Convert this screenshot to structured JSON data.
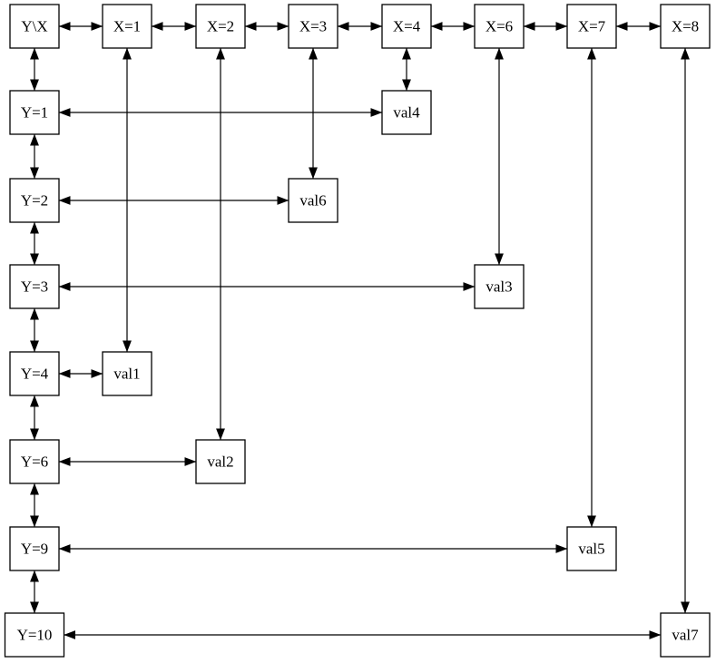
{
  "diagram": {
    "kind": "sparse-matrix-orthogonal-linked-list",
    "colors": {
      "background": "#ffffff",
      "line": "#000000",
      "node_fill": "#ffffff",
      "text": "#000000"
    },
    "nodes": [
      {
        "id": "corner",
        "label": "Y\\X",
        "kind": "corner-header",
        "col": 0,
        "row": 0
      },
      {
        "id": "x1",
        "label": "X=1",
        "kind": "column-header",
        "col": 1,
        "row": 0
      },
      {
        "id": "x2",
        "label": "X=2",
        "kind": "column-header",
        "col": 2,
        "row": 0
      },
      {
        "id": "x3",
        "label": "X=3",
        "kind": "column-header",
        "col": 3,
        "row": 0
      },
      {
        "id": "x4",
        "label": "X=4",
        "kind": "column-header",
        "col": 4,
        "row": 0
      },
      {
        "id": "x6",
        "label": "X=6",
        "kind": "column-header",
        "col": 5,
        "row": 0
      },
      {
        "id": "x7",
        "label": "X=7",
        "kind": "column-header",
        "col": 6,
        "row": 0
      },
      {
        "id": "x8",
        "label": "X=8",
        "kind": "column-header",
        "col": 7,
        "row": 0
      },
      {
        "id": "y1",
        "label": "Y=1",
        "kind": "row-header",
        "col": 0,
        "row": 1
      },
      {
        "id": "y2",
        "label": "Y=2",
        "kind": "row-header",
        "col": 0,
        "row": 2
      },
      {
        "id": "y3",
        "label": "Y=3",
        "kind": "row-header",
        "col": 0,
        "row": 3
      },
      {
        "id": "y4",
        "label": "Y=4",
        "kind": "row-header",
        "col": 0,
        "row": 4
      },
      {
        "id": "y6",
        "label": "Y=6",
        "kind": "row-header",
        "col": 0,
        "row": 5
      },
      {
        "id": "y9",
        "label": "Y=9",
        "kind": "row-header",
        "col": 0,
        "row": 6
      },
      {
        "id": "y10",
        "label": "Y=10",
        "kind": "row-header",
        "col": 0,
        "row": 7
      },
      {
        "id": "val4",
        "label": "val4",
        "kind": "value",
        "col": 4,
        "row": 1
      },
      {
        "id": "val6",
        "label": "val6",
        "kind": "value",
        "col": 3,
        "row": 2
      },
      {
        "id": "val3",
        "label": "val3",
        "kind": "value",
        "col": 5,
        "row": 3
      },
      {
        "id": "val1",
        "label": "val1",
        "kind": "value",
        "col": 1,
        "row": 4
      },
      {
        "id": "val2",
        "label": "val2",
        "kind": "value",
        "col": 2,
        "row": 5
      },
      {
        "id": "val5",
        "label": "val5",
        "kind": "value",
        "col": 6,
        "row": 6
      },
      {
        "id": "val7",
        "label": "val7",
        "kind": "value",
        "col": 7,
        "row": 7
      }
    ],
    "edges": [
      {
        "from": "corner",
        "to": "x1",
        "bidirectional": true
      },
      {
        "from": "x1",
        "to": "x2",
        "bidirectional": true
      },
      {
        "from": "x2",
        "to": "x3",
        "bidirectional": true
      },
      {
        "from": "x3",
        "to": "x4",
        "bidirectional": true
      },
      {
        "from": "x4",
        "to": "x6",
        "bidirectional": true
      },
      {
        "from": "x6",
        "to": "x7",
        "bidirectional": true
      },
      {
        "from": "x7",
        "to": "x8",
        "bidirectional": true
      },
      {
        "from": "corner",
        "to": "y1",
        "bidirectional": true
      },
      {
        "from": "y1",
        "to": "y2",
        "bidirectional": true
      },
      {
        "from": "y2",
        "to": "y3",
        "bidirectional": true
      },
      {
        "from": "y3",
        "to": "y4",
        "bidirectional": true
      },
      {
        "from": "y4",
        "to": "y6",
        "bidirectional": true
      },
      {
        "from": "y6",
        "to": "y9",
        "bidirectional": true
      },
      {
        "from": "y9",
        "to": "y10",
        "bidirectional": true
      },
      {
        "from": "y1",
        "to": "val4",
        "bidirectional": true
      },
      {
        "from": "y2",
        "to": "val6",
        "bidirectional": true
      },
      {
        "from": "y3",
        "to": "val3",
        "bidirectional": true
      },
      {
        "from": "y4",
        "to": "val1",
        "bidirectional": true
      },
      {
        "from": "y6",
        "to": "val2",
        "bidirectional": true
      },
      {
        "from": "y9",
        "to": "val5",
        "bidirectional": true
      },
      {
        "from": "y10",
        "to": "val7",
        "bidirectional": true
      },
      {
        "from": "x1",
        "to": "val1",
        "bidirectional": true
      },
      {
        "from": "x2",
        "to": "val2",
        "bidirectional": true
      },
      {
        "from": "x3",
        "to": "val6",
        "bidirectional": true
      },
      {
        "from": "x4",
        "to": "val4",
        "bidirectional": true
      },
      {
        "from": "x6",
        "to": "val3",
        "bidirectional": true
      },
      {
        "from": "x7",
        "to": "val5",
        "bidirectional": true
      },
      {
        "from": "x8",
        "to": "val7",
        "bidirectional": true
      }
    ]
  }
}
